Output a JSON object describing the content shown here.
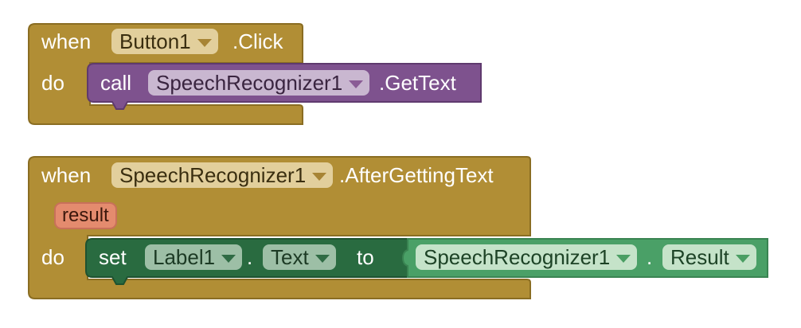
{
  "colors": {
    "event_block": "#b18e35",
    "event_block_border": "#8a6d22",
    "call_block": "#7e528e",
    "set_block": "#296b40",
    "getter_block": "#4aa067",
    "param": "#e48b6e"
  },
  "block1": {
    "when_label": "when",
    "component": "Button1",
    "event": ".Click",
    "do_label": "do",
    "call_label": "call",
    "call_component": "SpeechRecognizer1",
    "call_method": ".GetText"
  },
  "block2": {
    "when_label": "when",
    "component": "SpeechRecognizer1",
    "event": ".AfterGettingText",
    "param": "result",
    "do_label": "do",
    "set_label": "set",
    "set_component": "Label1",
    "dot1": ".",
    "set_property": "Text",
    "to_label": "to",
    "get_component": "SpeechRecognizer1",
    "dot2": ".",
    "get_property": "Result"
  },
  "icons": {
    "dropdown": "chevron-down-icon"
  }
}
